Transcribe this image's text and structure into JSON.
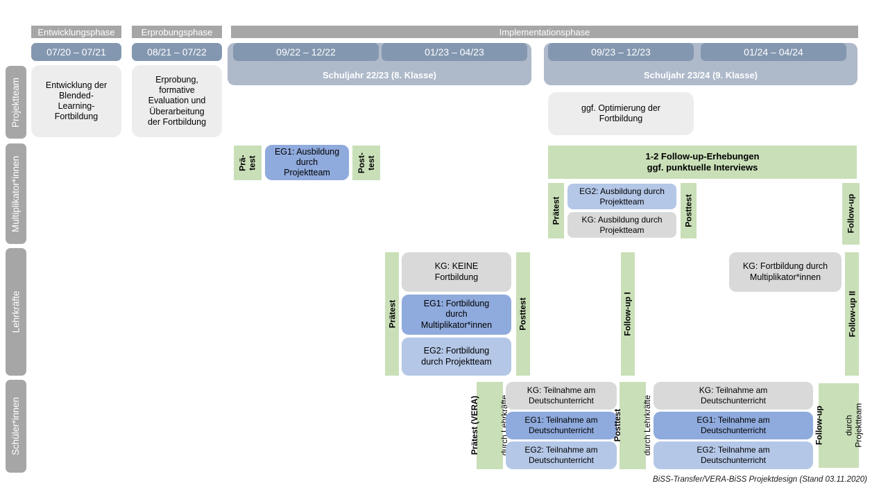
{
  "colors": {
    "phase_bar_gray": "#a6a6a6",
    "period_bar_blue": "#8497b0",
    "school_year_band": "#aeb9ca",
    "row_label_gray": "#a6a6a6",
    "projektteam_box_gray": "#ededed",
    "test_green": "#c9dfb8",
    "eg1_blue": "#8faadc",
    "eg2_blue": "#b4c7e7",
    "kg_gray": "#d9d9d9"
  },
  "header": {
    "phases": {
      "entwicklung": "Entwicklungsphase",
      "erprobung": "Erprobungsphase",
      "implementation": "Implementationsphase"
    },
    "periods": {
      "p1": "07/20 – 07/21",
      "p2": "08/21 – 07/22",
      "p3": "09/22 – 12/22",
      "p4": "01/23 – 04/23",
      "p5": "09/23 – 12/23",
      "p6": "01/24 – 04/24"
    },
    "school_years": {
      "sy1": "Schuljahr 22/23 (8. Klasse)",
      "sy2": "Schuljahr 23/24 (9. Klasse)"
    }
  },
  "rows": {
    "projektteam": "Projektteam",
    "multiplikatoren": "Multiplikator*innen",
    "lehrkraefte": "Lehrkräfte",
    "schueler": "Schüler*innen"
  },
  "projektteam": {
    "entwicklung": "Entwicklung der\nBlended-\nLearning-\nFortbildung",
    "erprobung": "Erprobung,\nformative\nEvaluation und\nÜberarbeitung\nder Fortbildung",
    "optimierung": "ggf. Optimierung der\nFortbildung"
  },
  "multiplikatoren": {
    "praetest_small": "Prä-\ntest",
    "eg1": "EG1: Ausbildung\ndurch\nProjektteam",
    "posttest_small": "Post-\ntest",
    "followup_erhebungen": "1-2 Follow-up-Erhebungen\nggf. punktuelle Interviews",
    "praetest": "Prätest",
    "eg2": "EG2: Ausbildung durch\nProjektteam",
    "kg": "KG: Ausbildung durch\nProjektteam",
    "posttest": "Posttest",
    "followup": "Follow-up"
  },
  "lehrkraefte": {
    "praetest": "Prätest",
    "kg_keine": "KG: KEINE\nFortbildung",
    "eg1": "EG1: Fortbildung\ndurch\nMultiplikator*innen",
    "eg2": "EG2: Fortbildung\ndurch Projektteam",
    "posttest": "Posttest",
    "followup1": "Follow-up I",
    "kg_fortbildung": "KG: Fortbildung durch\nMultiplikator*innen",
    "followup2": "Follow-up II"
  },
  "schueler": {
    "praetest_main": "Prätest (VERA)",
    "praetest_sub": "durch Lehrkräfte",
    "kg1": "KG: Teilnahme am\nDeutschunterricht",
    "eg1_1": "EG1: Teilnahme am\nDeutschunterricht",
    "eg2_1": "EG2: Teilnahme am\nDeutschunterricht",
    "posttest_main": "Posttest",
    "posttest_sub": "durch Lehrkräfte",
    "kg2": "KG: Teilnahme am\nDeutschunterricht",
    "eg1_2": "EG1: Teilnahme am\nDeutschunterricht",
    "eg2_2": "EG2: Teilnahme am\nDeutschunterricht",
    "followup_main": "Follow-up",
    "followup_sub": "durch\nProjektteam"
  },
  "caption": "BiSS-Transfer/VERA-BiSS Projektdesign (Stand 03.11.2020)"
}
